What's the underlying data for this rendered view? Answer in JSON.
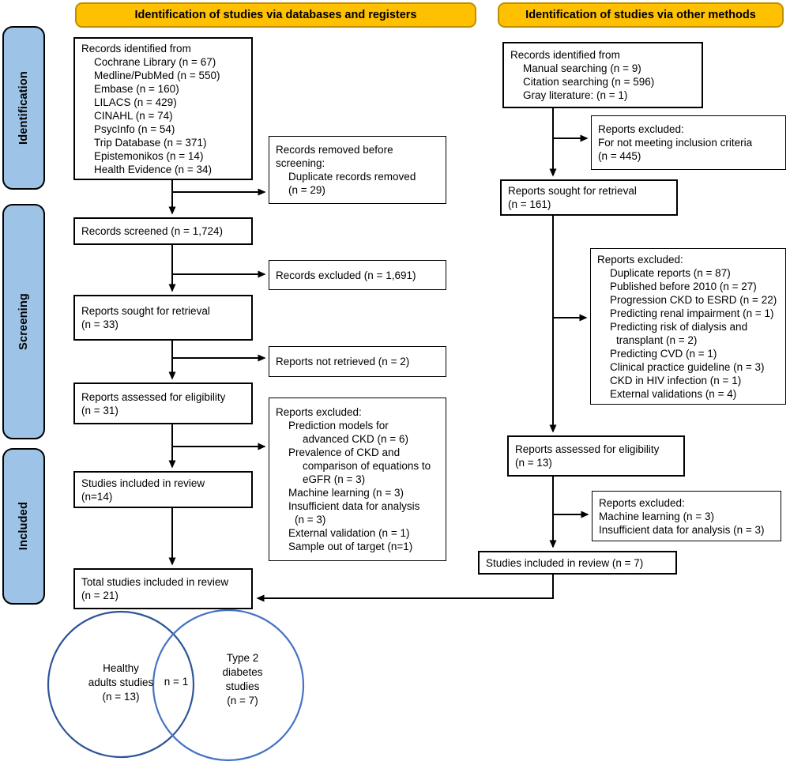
{
  "title": "PRISMA flow diagram of study selection",
  "colors": {
    "header-fill": "#FFC000",
    "header-border": "#BF9000",
    "stage-fill": "#9DC3E6",
    "stage-border": "#000000",
    "box-border": "#000000",
    "arrow": "#000000",
    "venn-left": "#2E5597",
    "venn-right": "#4473C5"
  },
  "headers": {
    "left": "Identification of studies via databases and registers",
    "right": "Identification of studies via other methods"
  },
  "stages": [
    {
      "label": "Identification"
    },
    {
      "label": "Screening"
    },
    {
      "label": "Included"
    }
  ],
  "boxes": {
    "db_identified": {
      "lines": [
        {
          "t": "Records identified from",
          "i": 0
        },
        {
          "t": "Cochrane Library (n = 67)",
          "i": 1
        },
        {
          "t": "Medline/PubMed (n = 550)",
          "i": 1
        },
        {
          "t": "Embase (n = 160)",
          "i": 1
        },
        {
          "t": "LILACS (n = 429)",
          "i": 1
        },
        {
          "t": "CINAHL (n = 74)",
          "i": 1
        },
        {
          "t": "PsycInfo (n = 54)",
          "i": 1
        },
        {
          "t": "Trip Database (n = 371)",
          "i": 1
        },
        {
          "t": "Epistemonikos (n = 14)",
          "i": 1
        },
        {
          "t": "Health Evidence (n = 34)",
          "i": 1
        }
      ]
    },
    "db_removed": {
      "lines": [
        {
          "t": "Records removed before",
          "i": 0
        },
        {
          "t": "screening:",
          "i": 0
        },
        {
          "t": "Duplicate records removed",
          "i": 1
        },
        {
          "t": "(n = 29)",
          "i": 1
        }
      ]
    },
    "db_screened": {
      "lines": [
        {
          "t": "Records screened (n = 1,724)",
          "i": 0
        }
      ]
    },
    "db_excluded": {
      "lines": [
        {
          "t": "Records excluded (n = 1,691)",
          "i": 0
        }
      ]
    },
    "db_sought": {
      "lines": [
        {
          "t": "Reports sought for retrieval",
          "i": 0
        },
        {
          "t": "(n = 33)",
          "i": 0
        }
      ]
    },
    "db_not_retrieved": {
      "lines": [
        {
          "t": "Reports not retrieved (n = 2)",
          "i": 0
        }
      ]
    },
    "db_assessed": {
      "lines": [
        {
          "t": "Reports assessed for eligibility",
          "i": 0
        },
        {
          "t": "(n = 31)",
          "i": 0
        }
      ]
    },
    "db_excluded_detail": {
      "lines": [
        {
          "t": "Reports excluded:",
          "i": 0
        },
        {
          "t": "Prediction models for",
          "i": 1
        },
        {
          "t": "advanced CKD (n = 6)",
          "i": 3
        },
        {
          "t": "Prevalence of CKD and",
          "i": 1
        },
        {
          "t": "comparison of equations to",
          "i": 3
        },
        {
          "t": "eGFR (n = 3)",
          "i": 3
        },
        {
          "t": "Machine learning (n = 3)",
          "i": 1
        },
        {
          "t": "Insufficient data for analysis",
          "i": 1
        },
        {
          "t": "(n = 3)",
          "i": 2
        },
        {
          "t": "External validation (n = 1)",
          "i": 1
        },
        {
          "t": "Sample out of target (n=1)",
          "i": 1
        }
      ]
    },
    "db_included": {
      "lines": [
        {
          "t": "Studies included in review",
          "i": 0
        },
        {
          "t": "(n=14)",
          "i": 0
        }
      ]
    },
    "total_included": {
      "lines": [
        {
          "t": "Total studies included in review",
          "i": 0
        },
        {
          "t": "(n = 21)",
          "i": 0
        }
      ]
    },
    "om_identified": {
      "lines": [
        {
          "t": "Records identified from",
          "i": 0
        },
        {
          "t": "Manual searching (n = 9)",
          "i": 1
        },
        {
          "t": "Citation searching (n = 596)",
          "i": 1
        },
        {
          "t": "Gray literature: (n = 1)",
          "i": 1
        }
      ]
    },
    "om_excluded_criteria": {
      "lines": [
        {
          "t": "Reports excluded:",
          "i": 0
        },
        {
          "t": "For not meeting inclusion criteria",
          "i": 0
        },
        {
          "t": "(n = 445)",
          "i": 0
        }
      ]
    },
    "om_sought": {
      "lines": [
        {
          "t": "Reports sought for retrieval",
          "i": 0
        },
        {
          "t": "(n = 161)",
          "i": 0
        }
      ]
    },
    "om_excluded_detail": {
      "lines": [
        {
          "t": "Reports excluded:",
          "i": 0
        },
        {
          "t": "Duplicate reports (n = 87)",
          "i": 1
        },
        {
          "t": "Published before 2010 (n = 27)",
          "i": 1
        },
        {
          "t": "Progression CKD to ESRD (n = 22)",
          "i": 1
        },
        {
          "t": "Predicting renal impairment (n = 1)",
          "i": 1
        },
        {
          "t": "Predicting risk of dialysis and",
          "i": 1
        },
        {
          "t": "transplant (n = 2)",
          "i": 2
        },
        {
          "t": "Predicting CVD (n = 1)",
          "i": 1
        },
        {
          "t": "Clinical practice guideline (n = 3)",
          "i": 1
        },
        {
          "t": "CKD in HIV infection (n = 1)",
          "i": 1
        },
        {
          "t": "External validations (n = 4)",
          "i": 1
        }
      ]
    },
    "om_assessed": {
      "lines": [
        {
          "t": "Reports assessed for eligibility",
          "i": 0
        },
        {
          "t": "(n = 13)",
          "i": 0
        }
      ]
    },
    "om_excluded_ml": {
      "lines": [
        {
          "t": "Reports excluded:",
          "i": 0
        },
        {
          "t": "Machine learning (n = 3)",
          "i": 0
        },
        {
          "t": "Insufficient data for analysis (n = 3)",
          "i": 0
        }
      ]
    },
    "om_included": {
      "lines": [
        {
          "t": "Studies included in review (n = 7)",
          "i": 0
        }
      ]
    }
  },
  "venn": {
    "left_lines": [
      {
        "t": "Healthy",
        "i": 0
      },
      {
        "t": "adults studies",
        "i": 0
      },
      {
        "t": "(n = 13)",
        "i": 0
      }
    ],
    "overlap": "n = 1",
    "right_lines": [
      {
        "t": "Type 2",
        "i": 0
      },
      {
        "t": "diabetes",
        "i": 0
      },
      {
        "t": "studies",
        "i": 0
      },
      {
        "t": "(n = 7)",
        "i": 0
      }
    ]
  }
}
